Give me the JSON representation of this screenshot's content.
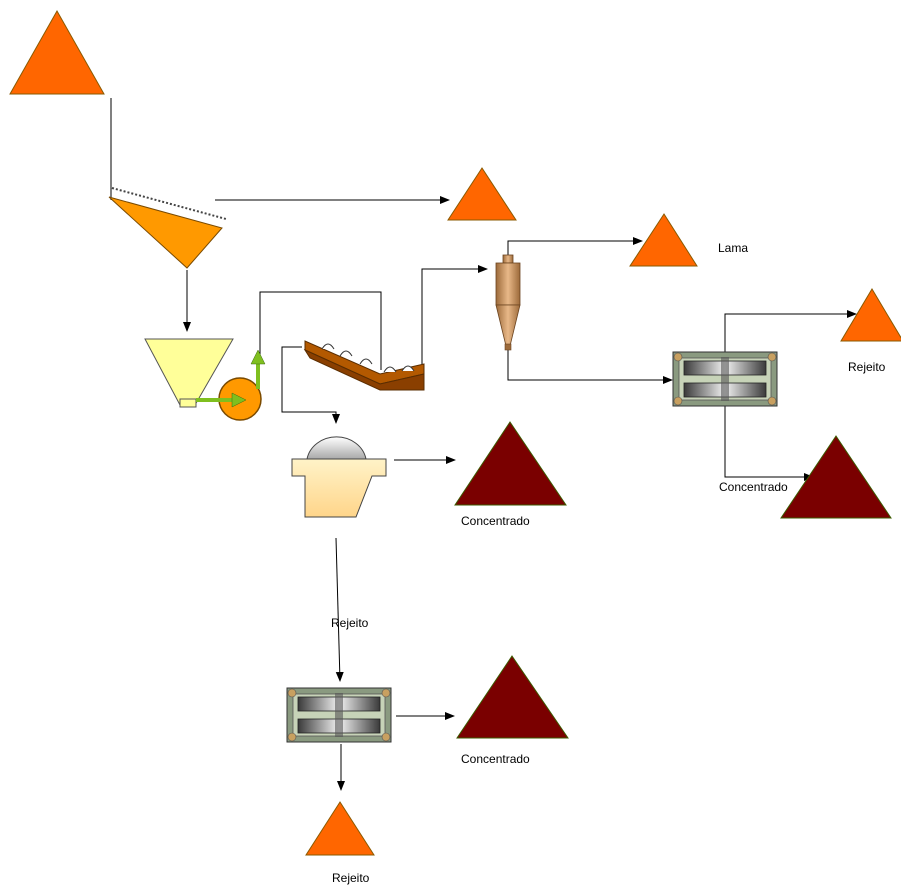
{
  "labels": {
    "lama": "Lama",
    "rejeito_separator_right": "Rejeito",
    "concentrado_separator_right": "Concentrado",
    "concentrado_jig": "Concentrado",
    "rejeito_jig": "Rejeito",
    "concentrado_separator_bottom": "Concentrado",
    "rejeito_separator_bottom": "Rejeito"
  },
  "colors": {
    "stockpile_orange": "#FF6600",
    "concentrate_red": "#7A0000",
    "screen_orange": "#FF9900",
    "hopper_yellow": "#FFFF99",
    "pump_orange": "#FF9900",
    "pump_green": "#7FBF1F",
    "spiral_brown": "#B35900",
    "cyclone_brown": "#C8915A",
    "jig_cream": "#FFE6A8",
    "separator_frame": "#8A9A80"
  }
}
